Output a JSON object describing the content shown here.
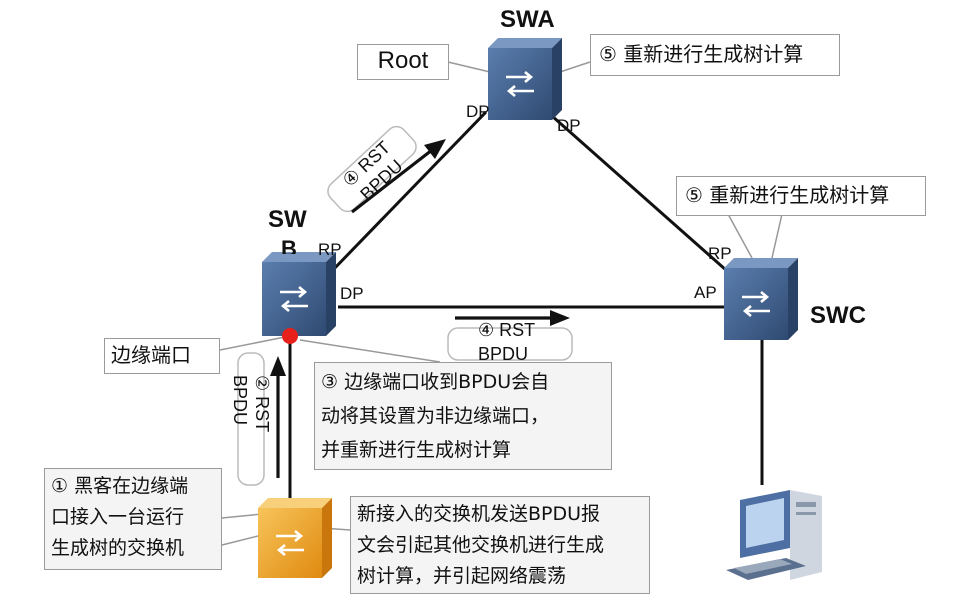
{
  "nodes": {
    "swa": "SWA",
    "swb_line1": "SW",
    "swb_line2": "B",
    "swc": "SWC"
  },
  "ports": {
    "swa_left": "DP",
    "swa_right": "DP",
    "swb_top": "RP",
    "swb_right": "DP",
    "swc_top": "RP",
    "swc_left": "AP"
  },
  "labels": {
    "root": "Root",
    "swa_recalc": "⑤ 重新进行生成树计算",
    "swc_recalc": "⑤ 重新进行生成树计算",
    "edge_port": "边缘端口",
    "rst_bpdu_diag_line1": "④ RST",
    "rst_bpdu_diag_line2": "BPDU",
    "rst_bpdu_mid_line1": "④ RST",
    "rst_bpdu_mid_line2": "BPDU",
    "rst_bpdu_vert_line1": "② RST",
    "rst_bpdu_vert_line2": "BPDU"
  },
  "callouts": {
    "step3": [
      "③ 边缘端口收到BPDU会自",
      "动将其设置为非边缘端口，",
      "并重新进行生成树计算"
    ],
    "step1": [
      "① 黑客在边缘端",
      "口接入一台运行",
      "生成树的交换机"
    ],
    "new_switch": [
      "新接入的交换机发送BPDU报",
      "文会引起其他交换机进行生成",
      "树计算，并引起网络震荡"
    ]
  },
  "colors": {
    "switch_blue": "#3d5a85",
    "switch_orange": "#f0a22a",
    "edge_point": "#e8201c"
  }
}
